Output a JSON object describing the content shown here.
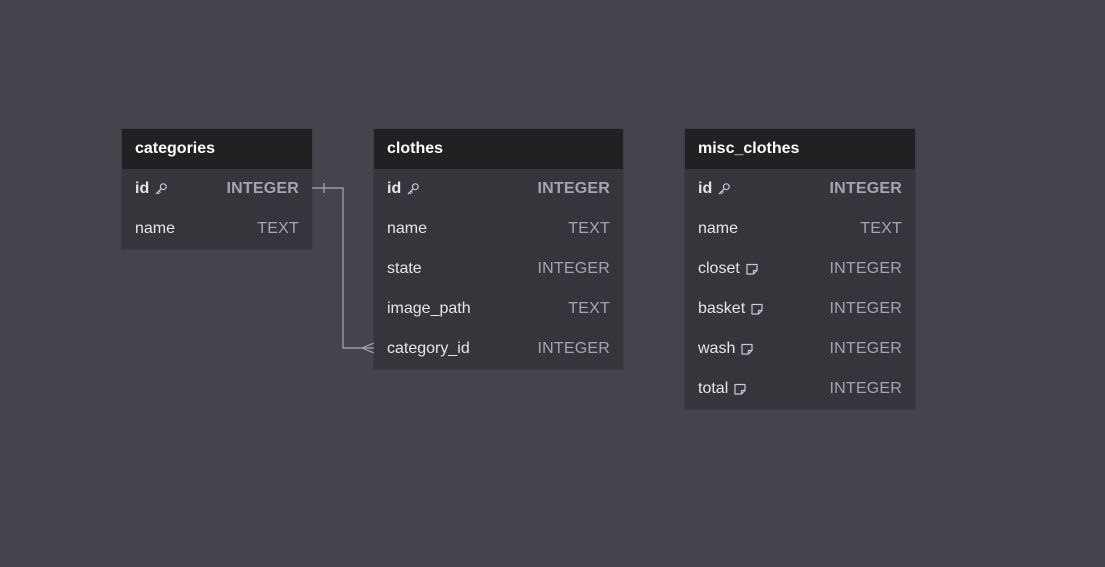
{
  "tables": {
    "categories": {
      "name": "categories",
      "columns": [
        {
          "name": "id",
          "type": "INTEGER",
          "icon": "key-icon",
          "primary_key": true
        },
        {
          "name": "name",
          "type": "TEXT"
        }
      ]
    },
    "clothes": {
      "name": "clothes",
      "columns": [
        {
          "name": "id",
          "type": "INTEGER",
          "icon": "key-icon",
          "primary_key": true
        },
        {
          "name": "name",
          "type": "TEXT"
        },
        {
          "name": "state",
          "type": "INTEGER"
        },
        {
          "name": "image_path",
          "type": "TEXT"
        },
        {
          "name": "category_id",
          "type": "INTEGER"
        }
      ]
    },
    "misc_clothes": {
      "name": "misc_clothes",
      "columns": [
        {
          "name": "id",
          "type": "INTEGER",
          "icon": "key-icon",
          "primary_key": true
        },
        {
          "name": "name",
          "type": "TEXT"
        },
        {
          "name": "closet",
          "type": "INTEGER",
          "icon": "note-icon"
        },
        {
          "name": "basket",
          "type": "INTEGER",
          "icon": "note-icon"
        },
        {
          "name": "wash",
          "type": "INTEGER",
          "icon": "note-icon"
        },
        {
          "name": "total",
          "type": "INTEGER",
          "icon": "note-icon"
        }
      ]
    }
  },
  "relations": [
    {
      "from": "categories.id",
      "to": "clothes.category_id",
      "from_marker": "one",
      "to_marker": "many"
    }
  ],
  "colors": {
    "canvas": "#45444d",
    "table_body": "#36353c",
    "table_header": "#212123",
    "relation_line": "#a9a8b0"
  }
}
